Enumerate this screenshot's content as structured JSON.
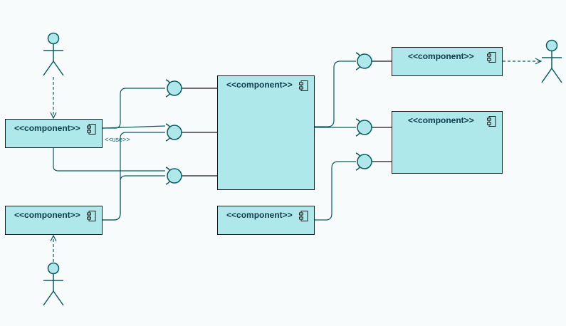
{
  "diagram": {
    "components": [
      {
        "id": "c-left-top",
        "label": "<<component>>"
      },
      {
        "id": "c-left-bottom",
        "label": "<<component>>"
      },
      {
        "id": "c-center",
        "label": "<<component>>"
      },
      {
        "id": "c-center-small",
        "label": "<<component>>"
      },
      {
        "id": "c-right-top",
        "label": "<<component>>"
      },
      {
        "id": "c-right-big",
        "label": "<<component>>"
      }
    ],
    "use_label": "<<use>>",
    "colors": {
      "component_fill": "#aee8ea",
      "actor_fill": "#aee8ea",
      "line": "#0a5c63",
      "border": "#1a1a1a"
    }
  }
}
